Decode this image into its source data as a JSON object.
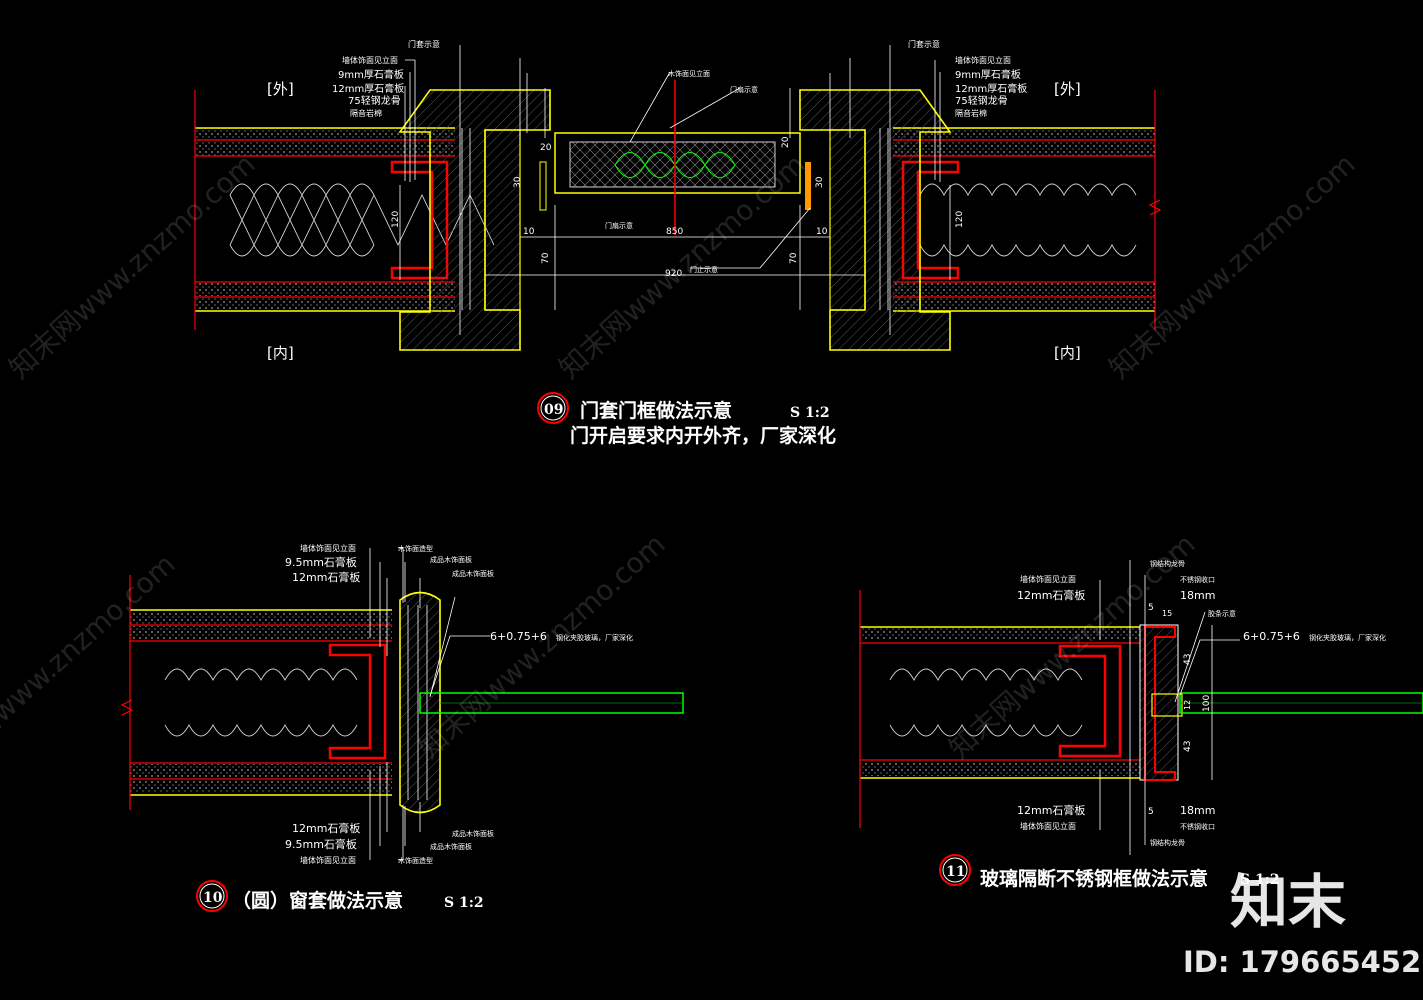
{
  "detail09": {
    "outside_left": "[外]",
    "outside_right": "[外]",
    "inside_left": "[内]",
    "inside_right": "[内]",
    "labels_left": [
      "墙体饰面见立面",
      "9mm厚石膏板",
      "12mm厚石膏板",
      "75轻钢龙骨",
      "隔音岩棉"
    ],
    "labels_right": [
      "墙体饰面见立面",
      "9mm厚石膏板",
      "12mm厚石膏板",
      "75轻钢龙骨",
      "隔音岩棉"
    ],
    "top_note_left": "门套示意",
    "top_note_right": "门套示意",
    "center_notes": [
      "木饰面见立面",
      "门扇示意",
      "门扇示意",
      "门止示意"
    ],
    "dim_120_left": "120",
    "dim_120_right": "120",
    "dim_850": "850",
    "dim_920": "920",
    "dim_70_left": "70",
    "dim_70_right": "70",
    "dim_10_left": "10",
    "dim_10_right": "10",
    "dim_30_left": "30",
    "dim_30_right": "30",
    "dim_20_left": "20",
    "dim_20_right": "20",
    "badge": "09",
    "title": "门套门框做法示意",
    "scale": "S 1:2",
    "subtitle": "门开启要求内开外齐，厂家深化"
  },
  "detail10": {
    "labels_top": [
      "墙体饰面见立面",
      "9.5mm石膏板",
      "12mm石膏板"
    ],
    "labels_bottom": [
      "12mm石膏板",
      "9.5mm石膏板",
      "墙体饰面见立面"
    ],
    "right_top": [
      "木饰面造型",
      "成品木饰面板",
      "成品木饰面板"
    ],
    "right_bottom": [
      "成品木饰面板",
      "成品木饰面板",
      "木饰面造型"
    ],
    "glass_note": "6+0.75+6",
    "glass_note_small": "钢化夹胶玻璃，厂家深化",
    "badge": "10",
    "title": "（圆）窗套做法示意",
    "scale": "S 1:2"
  },
  "detail11": {
    "labels_left_top": [
      "墙体饰面见立面",
      "12mm石膏板"
    ],
    "labels_left_bottom": [
      "12mm石膏板",
      "墙体饰面见立面"
    ],
    "right_top": [
      "钢结构龙骨",
      "不锈钢收口",
      "18mm",
      "胶条示意"
    ],
    "right_bottom": [
      "18mm",
      "不锈钢收口",
      "钢结构龙骨"
    ],
    "dim_5_top": "5",
    "dim_15": "15",
    "dim_5_bottom": "5",
    "dim_43_top": "43",
    "dim_12": "12",
    "dim_43_bottom": "43",
    "dim_100": "100",
    "glass_note": "6+0.75+6",
    "glass_note_small": "钢化夹胶玻璃，厂家深化",
    "badge": "11",
    "title": "玻璃隔断不锈钢框做法示意",
    "scale": "S 1:2"
  },
  "watermark": {
    "text": "知末网www.znzmo.com",
    "brand": "知末",
    "id": "ID: 179665452"
  },
  "colors": {
    "background": "#000000",
    "yellow": "#ffff00",
    "red": "#ff0000",
    "white": "#ffffff",
    "green": "#00ff00",
    "orange": "#ff9900",
    "gray": "#9a9a9a"
  }
}
